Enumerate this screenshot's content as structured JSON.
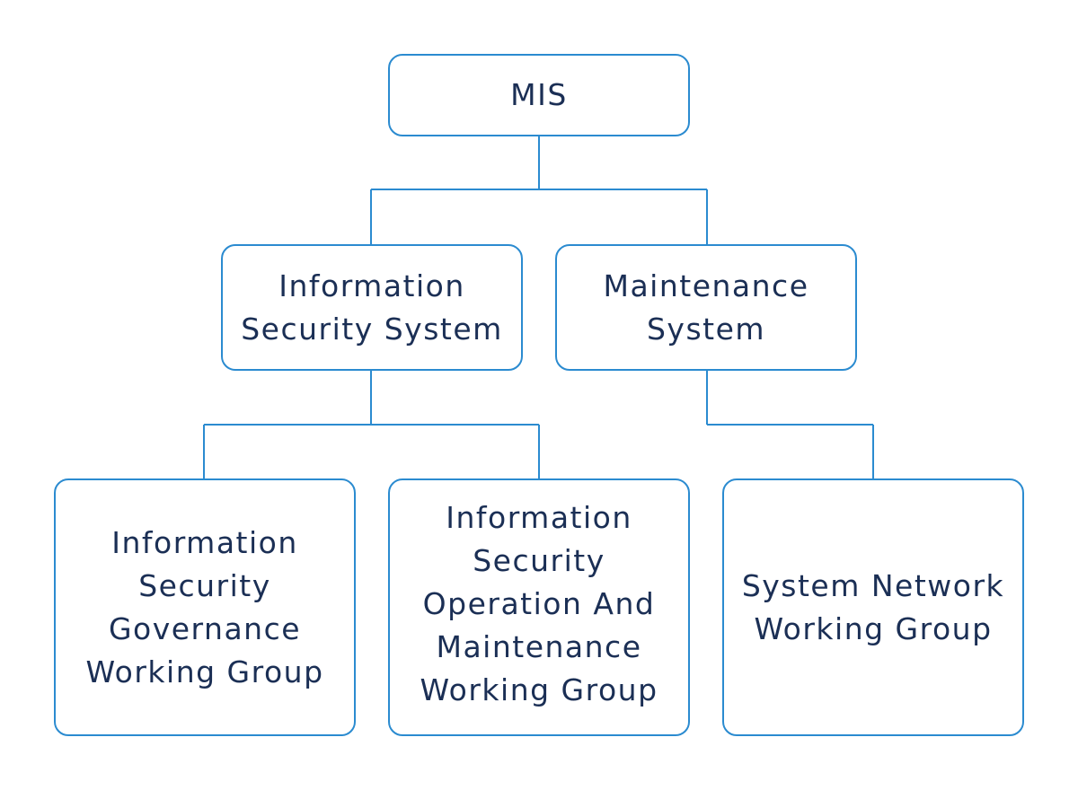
{
  "diagram": {
    "colors": {
      "border": "#2b8bd0",
      "connector": "#2b8bd0",
      "text": "#1b2f55",
      "background": "#ffffff"
    },
    "root": {
      "label": "MIS"
    },
    "level1": [
      {
        "label": "Information\nSecurity System"
      },
      {
        "label": "Maintenance\nSystem"
      }
    ],
    "level2": [
      {
        "label": "Information\nSecurity\nGovernance\nWorking Group",
        "parent": "Information Security System"
      },
      {
        "label": "Information\nSecurity\nOperation And\nMaintenance\nWorking Group",
        "parent": "Information Security System"
      },
      {
        "label": "System Network\nWorking Group",
        "parent": "Maintenance System"
      }
    ]
  }
}
